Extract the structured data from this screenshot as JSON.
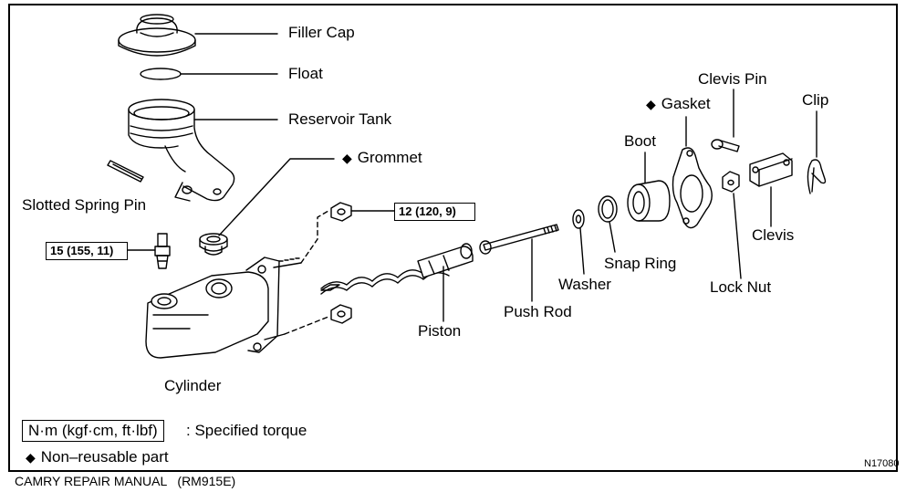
{
  "labels": {
    "filler_cap": "Filler Cap",
    "float": "Float",
    "reservoir_tank": "Reservoir Tank",
    "grommet": "Grommet",
    "slotted_spring_pin": "Slotted Spring Pin",
    "cylinder": "Cylinder",
    "piston": "Piston",
    "push_rod": "Push Rod",
    "washer": "Washer",
    "snap_ring": "Snap Ring",
    "boot": "Boot",
    "gasket": "Gasket",
    "clevis_pin": "Clevis Pin",
    "clip": "Clip",
    "clevis": "Clevis",
    "lock_nut": "Lock Nut"
  },
  "torques": {
    "cylinder_nut": "12 (120, 9)",
    "union_bolt": "15 (155, 11)"
  },
  "legend": {
    "unit_box": "N·m (kgf·cm, ft·lbf)",
    "unit_desc": ": Specified torque",
    "diamond_symbol": "◆",
    "non_reusable": "Non–reusable part"
  },
  "figure_id": "N17080",
  "footer": "CAMRY REPAIR MANUAL   (RM915E)"
}
